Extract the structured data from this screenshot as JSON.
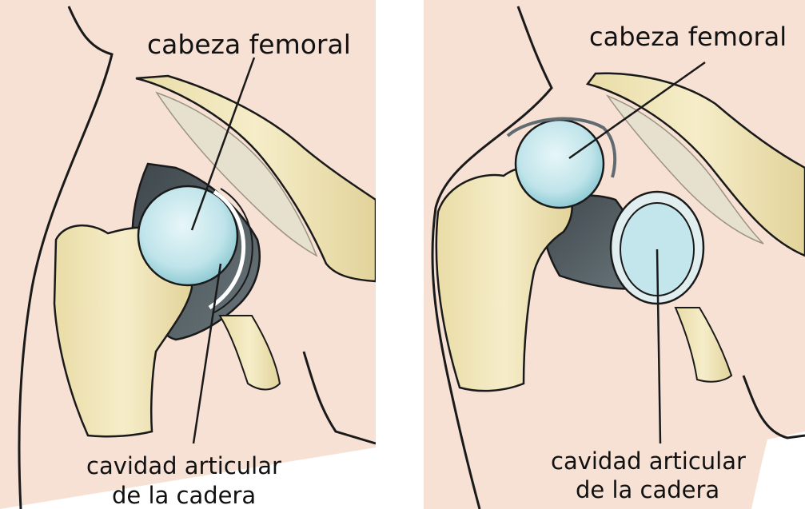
{
  "figures": [
    {
      "head_label": "cabeza femoral",
      "cavity_label_line1": "cavidad articular",
      "cavity_label_line2": "de la cadera"
    },
    {
      "head_label": "cabeza femoral",
      "cavity_label_line1": "cavidad articular",
      "cavity_label_line2": "de la cadera"
    }
  ],
  "colors": {
    "skin": "#f7e1d5",
    "bone": "#efe3b6",
    "bone_shadow": "#d9c98e",
    "pelvis_marrow": "#e6e0cf",
    "cartilage": "#bfe4ea",
    "cartilage_light": "#dff2f4",
    "capsule": "#4f5a5f",
    "outline": "#1a1a1a"
  }
}
